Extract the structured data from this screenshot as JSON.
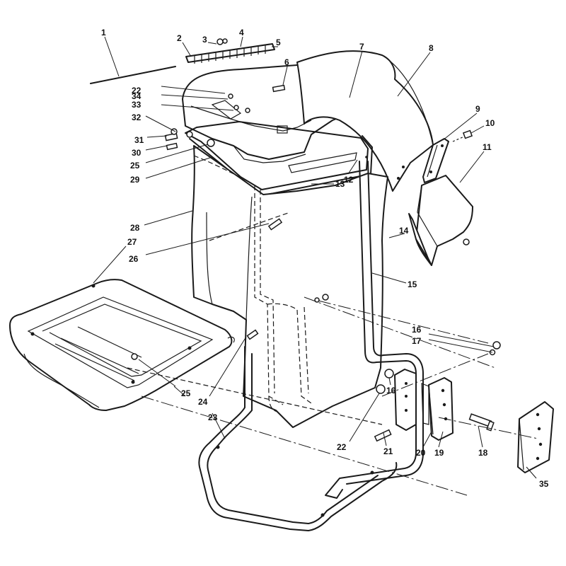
{
  "callouts": [
    {
      "id": "c1",
      "text": "1"
    },
    {
      "id": "c2",
      "text": "2"
    },
    {
      "id": "c3",
      "text": "3"
    },
    {
      "id": "c4",
      "text": "4"
    },
    {
      "id": "c5",
      "text": "5"
    },
    {
      "id": "c6",
      "text": "6"
    },
    {
      "id": "c7",
      "text": "7"
    },
    {
      "id": "c8",
      "text": "8"
    },
    {
      "id": "c9",
      "text": "9"
    },
    {
      "id": "c10",
      "text": "10"
    },
    {
      "id": "c11",
      "text": "11"
    },
    {
      "id": "c12",
      "text": "12"
    },
    {
      "id": "c13",
      "text": "13"
    },
    {
      "id": "c14",
      "text": "14"
    },
    {
      "id": "c15",
      "text": "15"
    },
    {
      "id": "c16a",
      "text": "16"
    },
    {
      "id": "c16b",
      "text": "16"
    },
    {
      "id": "c17",
      "text": "17"
    },
    {
      "id": "c18",
      "text": "18"
    },
    {
      "id": "c19",
      "text": "19"
    },
    {
      "id": "c20",
      "text": "20"
    },
    {
      "id": "c21",
      "text": "21"
    },
    {
      "id": "c22a",
      "text": "22"
    },
    {
      "id": "c22b",
      "text": "22"
    },
    {
      "id": "c23",
      "text": "23"
    },
    {
      "id": "c24",
      "text": "24"
    },
    {
      "id": "c25a",
      "text": "25"
    },
    {
      "id": "c25b",
      "text": "25"
    },
    {
      "id": "c26",
      "text": "26"
    },
    {
      "id": "c27",
      "text": "27"
    },
    {
      "id": "c28",
      "text": "28"
    },
    {
      "id": "c29",
      "text": "29"
    },
    {
      "id": "c30",
      "text": "30"
    },
    {
      "id": "c31",
      "text": "31"
    },
    {
      "id": "c32",
      "text": "32"
    },
    {
      "id": "c33",
      "text": "33"
    },
    {
      "id": "c34",
      "text": "34"
    },
    {
      "id": "c35",
      "text": "35"
    }
  ]
}
